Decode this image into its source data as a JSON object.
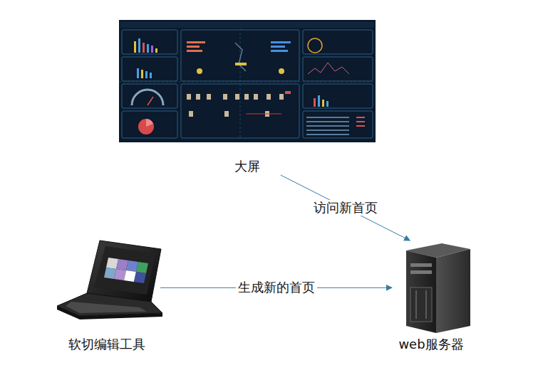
{
  "diagram": {
    "nodes": [
      {
        "text": [
          "大屏"
        ]
      },
      {
        "text": [
          "软切编辑工具"
        ]
      },
      {
        "text": [
          "web服务器"
        ]
      }
    ],
    "edges": [
      {
        "from": 0,
        "to": 2,
        "label": "访问新首页",
        "arrow": "to"
      },
      {
        "from": 1,
        "to": 2,
        "label": "生成新的首页",
        "arrow": "to"
      }
    ]
  }
}
